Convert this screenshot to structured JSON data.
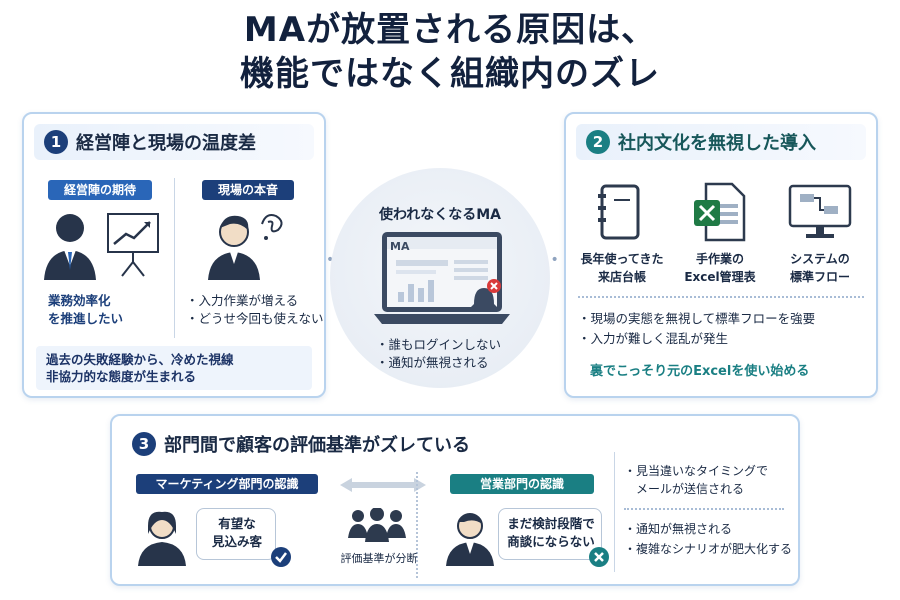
{
  "title": {
    "line1": "MAが放置される原因は、",
    "line2": "機能ではなく組織内のズレ"
  },
  "panel1": {
    "number": "1",
    "heading": "経営陣と現場の温度差",
    "left_pill": "経営陣の期待",
    "right_pill": "現場の本音",
    "left_text1": "業務効率化",
    "left_text2": "を推進したい",
    "right_item1": "・入力作業が増える",
    "right_item2": "・どうせ今回も使えない",
    "note1": "過去の失敗経験から、冷めた視線",
    "note2": "非協力的な態度が生まれる"
  },
  "center": {
    "heading": "使われなくなるMA",
    "screen_label": "MA",
    "item1": "・誰もログインしない",
    "item2": "・通知が無視される"
  },
  "panel2": {
    "number": "2",
    "heading": "社内文化を無視した導入",
    "icon1_line1": "長年使ってきた",
    "icon1_line2": "来店台帳",
    "icon2_line1": "手作業の",
    "icon2_line2": "Excel管理表",
    "icon3_line1": "システムの",
    "icon3_line2": "標準フロー",
    "item1": "・現場の実態を無視して標準フローを強要",
    "item2": "・入力が難しく混乱が発生",
    "conclusion": "裏でこっそり元のExcelを使い始める"
  },
  "panel3": {
    "number": "3",
    "heading": "部門間で顧客の評価基準がズレている",
    "marketing_pill": "マーケティング部門の認識",
    "sales_pill": "営業部門の認識",
    "marketing_bubble1": "有望な",
    "marketing_bubble2": "見込み客",
    "sales_bubble1": "まだ検討段階で",
    "sales_bubble2": "商談にならない",
    "middle_caption": "評価基準が分断",
    "right_item1a": "・見当違いなタイミングで",
    "right_item1b": "メールが送信される",
    "right_item2": "・通知が無視される",
    "right_item3": "・複雑なシナリオが肥大化する"
  },
  "colors": {
    "navy": "#1c3f7a",
    "blue": "#2a66b8",
    "teal": "#1a7f83",
    "border": "#b9d3ee"
  }
}
